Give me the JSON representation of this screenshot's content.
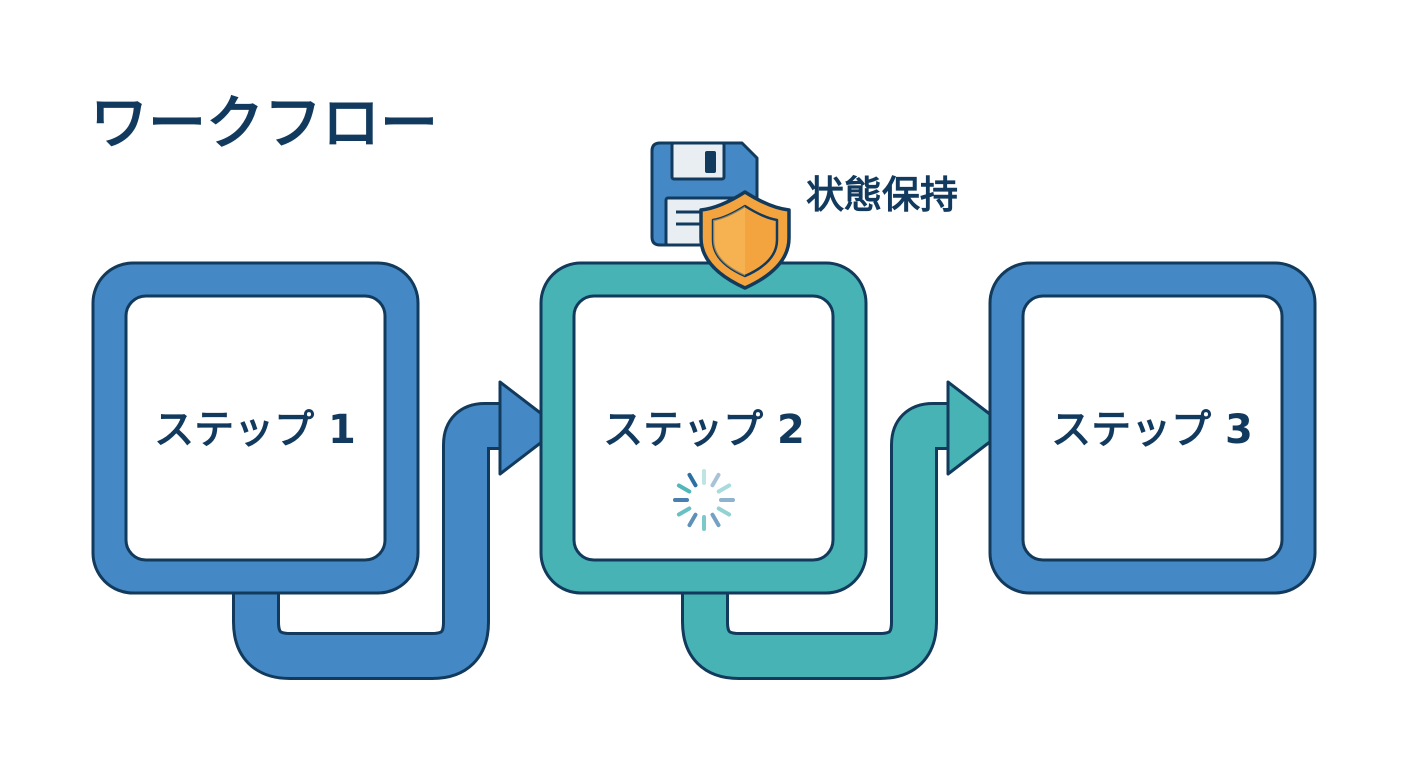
{
  "title": "ワークフロー",
  "state_badge": {
    "label": "状態保持",
    "icons": [
      "floppy-disk-icon",
      "shield-icon"
    ]
  },
  "steps": [
    {
      "label": "ステップ 1",
      "status": "completed"
    },
    {
      "label": "ステップ 2",
      "status": "in-progress"
    },
    {
      "label": "ステップ 3",
      "status": "pending"
    }
  ],
  "colors": {
    "outline": "#123a5c",
    "step_blue": "#4489c6",
    "step_teal": "#47b3b5",
    "shield": "#f3a43f",
    "title": "#113a5e",
    "background": "#ffffff"
  }
}
